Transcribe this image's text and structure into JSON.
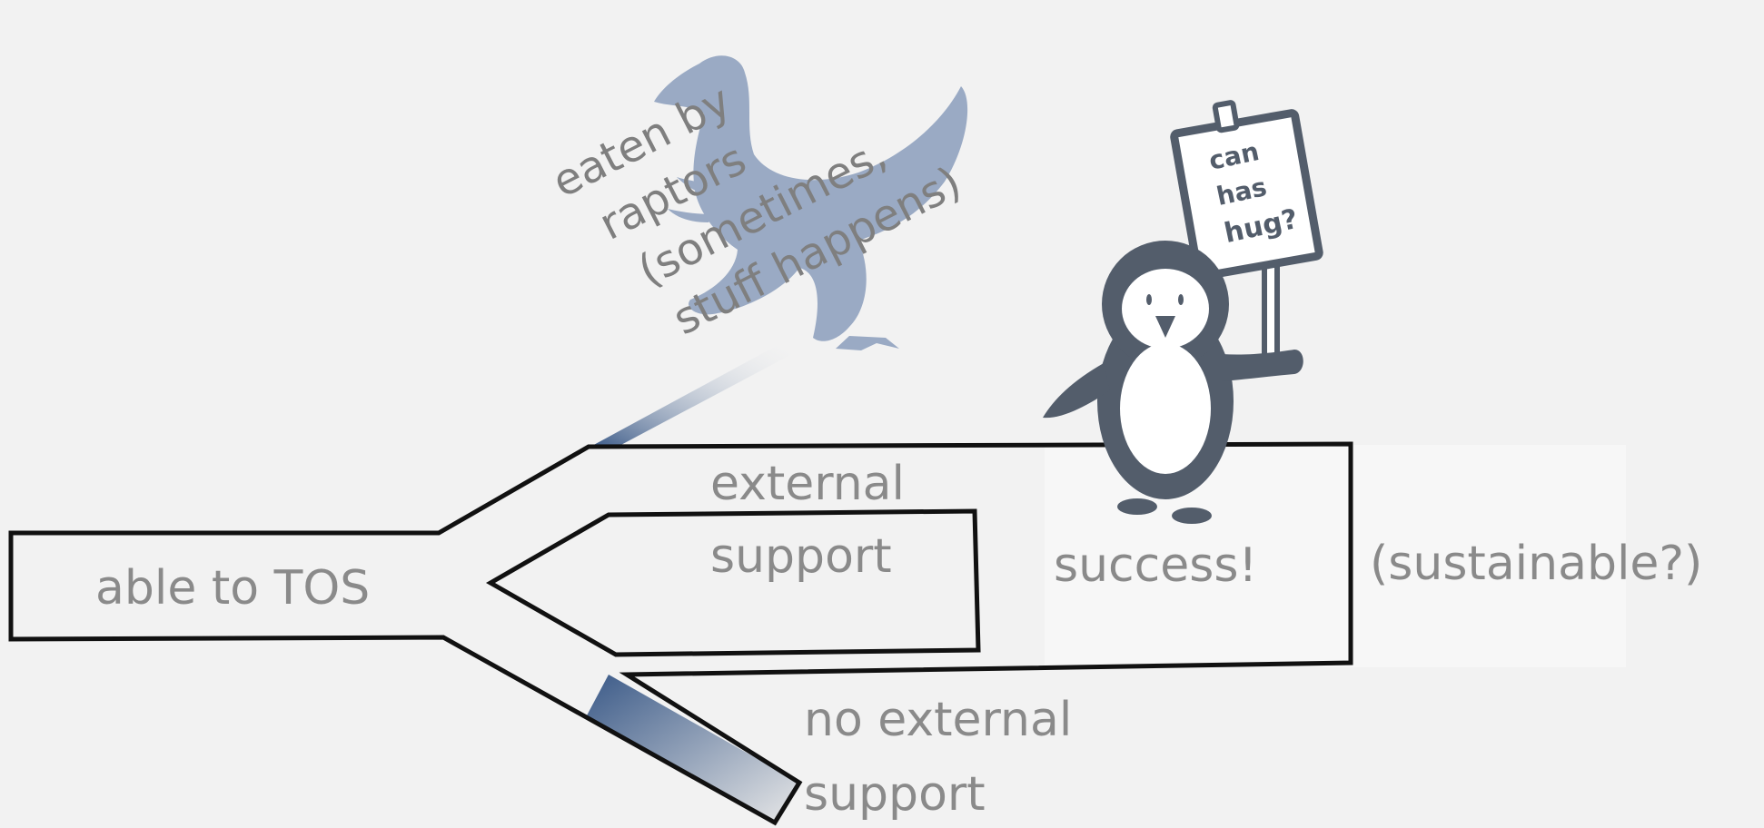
{
  "diagram": {
    "start_label": "able to TOS",
    "branch_external_label_line1": "external",
    "branch_external_label_line2": "support",
    "branch_none_label_line1": "no external",
    "branch_none_label_line2": "support",
    "outcome_success_label": "success!",
    "outcome_sustainable_label": "(sustainable?)",
    "raptor_label_line1": "eaten by",
    "raptor_label_line2": "raptors",
    "raptor_label_line3": "(sometimes,",
    "raptor_label_line4": "stuff happens)",
    "sign_text_line1": "can",
    "sign_text_line2": "has",
    "sign_text_line3": "hug?"
  },
  "colors": {
    "background": "#f2f2f2",
    "outline": "#111111",
    "label_text": "#8a8a8a",
    "raptor": "#9aaac4",
    "penguin": "#535d6b",
    "gradient_blue": "#3b5a88",
    "highlight_panel": "#f7f7f7"
  }
}
